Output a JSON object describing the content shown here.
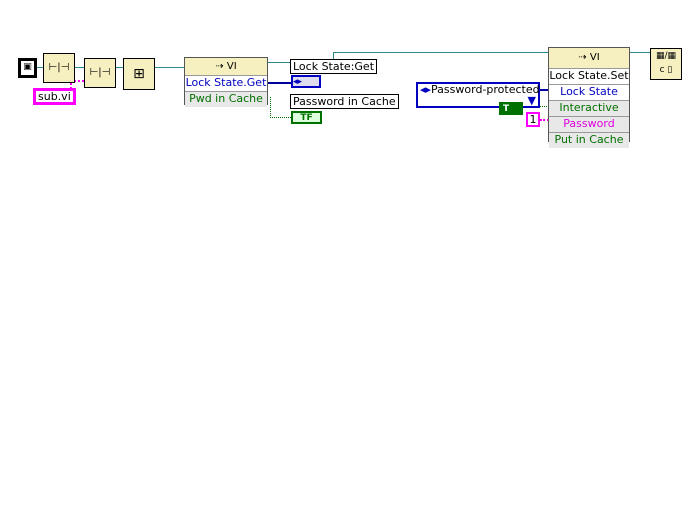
{
  "constants": {
    "vi_path": "sub.vi",
    "enum_value": "Password-protected",
    "bool_value": "T",
    "numeric_value": "1"
  },
  "property_node_get": {
    "header": "VI",
    "rows": [
      "Lock State.Get",
      "Pwd in Cache"
    ]
  },
  "indicators": {
    "lock_state_label": "Lock State:Get",
    "lock_state_terminal": "◂▸",
    "pwd_cache_label": "Password in Cache",
    "pwd_cache_terminal": "TF"
  },
  "property_node_set": {
    "header": "VI",
    "title_row": "Lock State.Set",
    "rows": [
      "Lock State",
      "Interactive",
      "Password",
      "Put in Cache"
    ]
  },
  "colors": {
    "wire_ref": "#2a8a8a",
    "enum": "#0000c0",
    "bool": "#007000",
    "string": "#ff00ff"
  }
}
